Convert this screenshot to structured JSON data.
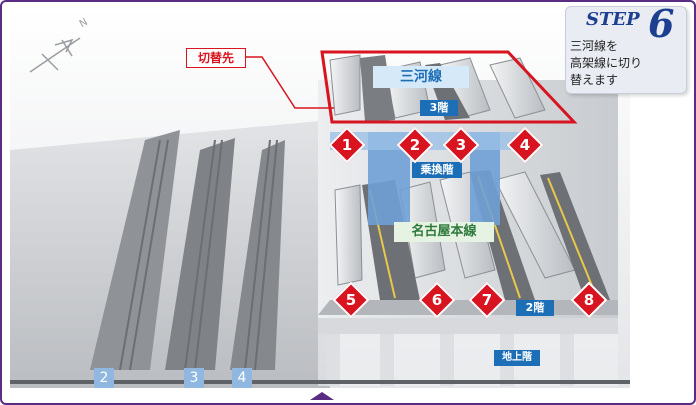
{
  "labels": {
    "switch_target": "切替先",
    "mikawa_line": "三河線",
    "floor3": "3階",
    "transfer_floor": "乗換階",
    "nagoya_line": "名古屋本線",
    "floor2": "2階",
    "basement_floor": "地上階"
  },
  "step": {
    "word": "STEP",
    "number": "6",
    "line1": "三河線を",
    "line2": "高架線に切り",
    "line3": "替えます"
  },
  "platforms_upper": [
    "1",
    "2",
    "3",
    "4"
  ],
  "platforms_lower": [
    "5",
    "6",
    "7",
    "8"
  ],
  "ground_tracks": [
    "2",
    "3",
    "4"
  ],
  "compass": {
    "north": "N"
  },
  "colors": {
    "frame": "#5a2d82",
    "marker_red": "#d7141f",
    "highlight_red": "#d7141f",
    "label_blue": "#1c6fb7",
    "label_green": "#2e7a3c",
    "track_blue": "#8fb7df"
  }
}
